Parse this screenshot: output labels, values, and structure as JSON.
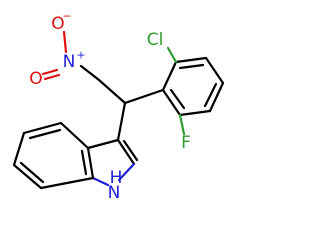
{
  "atoms": {
    "oxygen_minus": {
      "symbol": "O",
      "charge": "−",
      "color": "#e01010"
    },
    "nitrogen_plus": {
      "symbol": "N",
      "charge": "+",
      "color": "#1f1fd6"
    },
    "oxygen_double": {
      "symbol": "O",
      "color": "#e01010"
    },
    "chlorine": {
      "symbol": "Cl",
      "color": "#2e9e2e"
    },
    "fluorine": {
      "symbol": "F",
      "color": "#2e9e2e"
    },
    "indole_nh": {
      "symbol": "H",
      "color": "#1f1fd6"
    },
    "indole_n": {
      "symbol": "N",
      "color": "#1f1fd6"
    }
  }
}
